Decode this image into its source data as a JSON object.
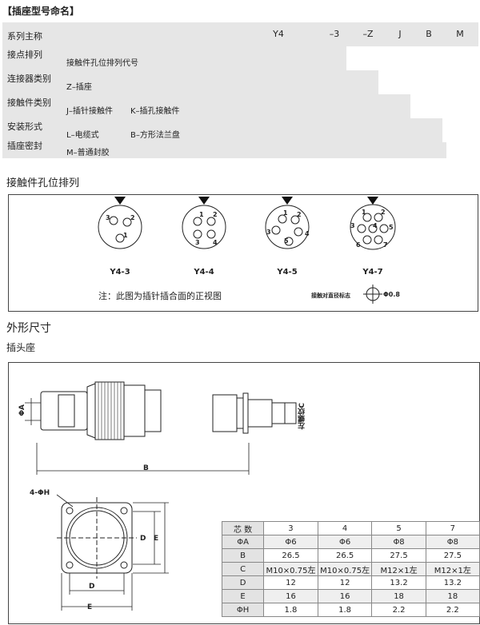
{
  "page_title": "【插座型号命名】",
  "naming": {
    "codes": [
      "Y4",
      "–3",
      "–Z",
      "J",
      "B",
      "M"
    ],
    "rows": [
      {
        "label": "系列主称",
        "value": ""
      },
      {
        "label": "接点排列",
        "value": "接触件孔位排列代号"
      },
      {
        "label": "连接器类别",
        "value": "Z–插座"
      },
      {
        "label": "接触件类别",
        "value": "J–插针接触件",
        "value2": "K–插孔接触件"
      },
      {
        "label": "安装形式",
        "value": "L–电缆式",
        "value2": "B–方形法兰盘"
      },
      {
        "label": "插座密封",
        "value": "M–普通封胶"
      }
    ]
  },
  "pin_section": {
    "title": "接触件孔位排列",
    "layouts": [
      {
        "name": "Y4-3",
        "pins": [
          "1",
          "2",
          "3"
        ]
      },
      {
        "name": "Y4-4",
        "pins": [
          "1",
          "2",
          "3",
          "4"
        ]
      },
      {
        "name": "Y4-5",
        "pins": [
          "1",
          "2",
          "3",
          "4",
          "5"
        ]
      },
      {
        "name": "Y4-7",
        "pins": [
          "1",
          "2",
          "3",
          "4",
          "5",
          "6",
          "7"
        ]
      }
    ],
    "note": "注：此图为插针插合面的正视图",
    "legend_label": "接触对直径标志",
    "legend_value": "Φ0.8"
  },
  "dim_section": {
    "title": "外形尺寸",
    "subtitle": "插头座",
    "labels": {
      "phiA": "ΦA",
      "B": "B",
      "thread": "左螺纹C",
      "hole": "4-ΦH",
      "D": "D",
      "E": "E"
    },
    "table": {
      "header": [
        "芯 数",
        "3",
        "4",
        "5",
        "7"
      ],
      "rows": [
        [
          "ΦA",
          "Φ6",
          "Φ6",
          "Φ8",
          "Φ8"
        ],
        [
          "B",
          "26.5",
          "26.5",
          "27.5",
          "27.5"
        ],
        [
          "C",
          "M10×0.75左",
          "M10×0.75左",
          "M12×1左",
          "M12×1左"
        ],
        [
          "D",
          "12",
          "12",
          "13.2",
          "13.2"
        ],
        [
          "E",
          "16",
          "16",
          "18",
          "18"
        ],
        [
          "ΦH",
          "1.8",
          "1.8",
          "2.2",
          "2.2"
        ]
      ]
    }
  }
}
